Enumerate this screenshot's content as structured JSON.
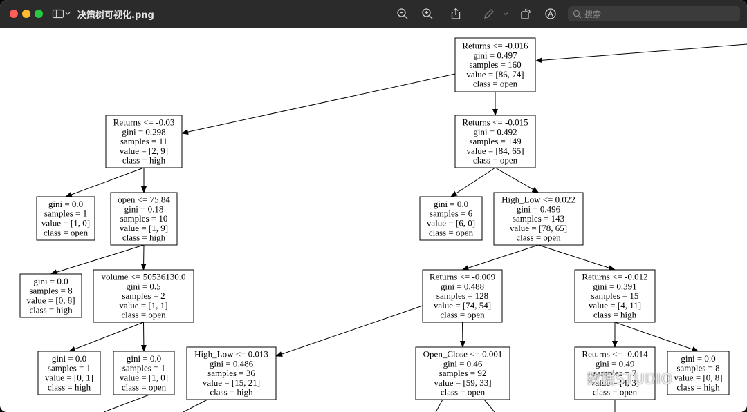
{
  "window": {
    "title": "决策树可视化.png",
    "search_placeholder": "搜索"
  },
  "tree": {
    "nodes": [
      {
        "id": "n0",
        "lines": [
          "Returns <= -0.016",
          "gini = 0.497",
          "samples = 160",
          "value = [86, 74]",
          "class = open"
        ]
      },
      {
        "id": "n1",
        "lines": [
          "Returns <= -0.03",
          "gini = 0.298",
          "samples = 11",
          "value = [2, 9]",
          "class = high"
        ]
      },
      {
        "id": "n2",
        "lines": [
          "Returns <= -0.015",
          "gini = 0.492",
          "samples = 149",
          "value = [84, 65]",
          "class = open"
        ]
      },
      {
        "id": "n3",
        "lines": [
          "gini = 0.0",
          "samples = 1",
          "value = [1, 0]",
          "class = open"
        ]
      },
      {
        "id": "n4",
        "lines": [
          "open <= 75.84",
          "gini = 0.18",
          "samples = 10",
          "value = [1, 9]",
          "class = high"
        ]
      },
      {
        "id": "n5",
        "lines": [
          "gini = 0.0",
          "samples = 6",
          "value = [6, 0]",
          "class = open"
        ]
      },
      {
        "id": "n6",
        "lines": [
          "High_Low <= 0.022",
          "gini = 0.496",
          "samples = 143",
          "value = [78, 65]",
          "class = open"
        ]
      },
      {
        "id": "n7",
        "lines": [
          "gini = 0.0",
          "samples = 8",
          "value = [0, 8]",
          "class = high"
        ]
      },
      {
        "id": "n8",
        "lines": [
          "volume <= 50536130.0",
          "gini = 0.5",
          "samples = 2",
          "value = [1, 1]",
          "class = open"
        ]
      },
      {
        "id": "n9",
        "lines": [
          "Returns <= -0.009",
          "gini = 0.488",
          "samples = 128",
          "value = [74, 54]",
          "class = open"
        ]
      },
      {
        "id": "n10",
        "lines": [
          "Returns <= -0.012",
          "gini = 0.391",
          "samples = 15",
          "value = [4, 11]",
          "class = high"
        ]
      },
      {
        "id": "n11",
        "lines": [
          "gini = 0.0",
          "samples = 1",
          "value = [0, 1]",
          "class = high"
        ]
      },
      {
        "id": "n12",
        "lines": [
          "gini = 0.0",
          "samples = 1",
          "value = [1, 0]",
          "class = open"
        ]
      },
      {
        "id": "n13",
        "lines": [
          "High_Low <= 0.013",
          "gini = 0.486",
          "samples = 36",
          "value = [15, 21]",
          "class = high"
        ]
      },
      {
        "id": "n14",
        "lines": [
          "Open_Close <= 0.001",
          "gini = 0.46",
          "samples = 92",
          "value = [59, 33]",
          "class = open"
        ]
      },
      {
        "id": "n15",
        "lines": [
          "Returns <= -0.014",
          "gini = 0.49",
          "samples = 7",
          "value = [4, 3]",
          "class = open"
        ]
      },
      {
        "id": "n16",
        "lines": [
          "gini = 0.0",
          "samples = 8",
          "value = [0, 8]",
          "class = high"
        ]
      }
    ],
    "edges": [
      [
        "n0",
        "n1"
      ],
      [
        "n0",
        "n2"
      ],
      [
        "n1",
        "n3"
      ],
      [
        "n1",
        "n4"
      ],
      [
        "n2",
        "n5"
      ],
      [
        "n2",
        "n6"
      ],
      [
        "n4",
        "n7"
      ],
      [
        "n4",
        "n8"
      ],
      [
        "n6",
        "n9"
      ],
      [
        "n6",
        "n10"
      ],
      [
        "n8",
        "n11"
      ],
      [
        "n8",
        "n12"
      ],
      [
        "n9",
        "n13"
      ],
      [
        "n9",
        "n14"
      ],
      [
        "n10",
        "n15"
      ],
      [
        "n10",
        "n16"
      ]
    ]
  },
  "watermark": "数据STUDIO"
}
